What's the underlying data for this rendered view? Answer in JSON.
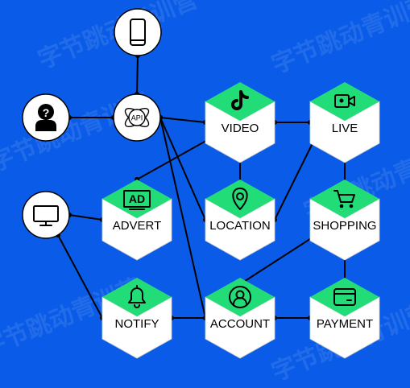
{
  "colors": {
    "background": "#0a5ce8",
    "hex_top": "#22dd77",
    "hex_body": "#ffffff",
    "hex_shade": "#e6e6e6",
    "line": "#000000"
  },
  "watermark": "字节跳动青训营",
  "api_label": "API",
  "nodes": [
    {
      "id": "video",
      "label": "VIDEO",
      "icon": "tiktok-icon"
    },
    {
      "id": "live",
      "label": "LIVE",
      "icon": "video-camera-icon"
    },
    {
      "id": "advert",
      "label": "ADVERT",
      "icon": "ad-icon",
      "icon_text": "AD"
    },
    {
      "id": "location",
      "label": "LOCATION",
      "icon": "map-pin-icon"
    },
    {
      "id": "shopping",
      "label": "SHOPPING",
      "icon": "shopping-cart-icon"
    },
    {
      "id": "notify",
      "label": "NOTIFY",
      "icon": "bell-icon"
    },
    {
      "id": "account",
      "label": "ACCOUNT",
      "icon": "user-icon"
    },
    {
      "id": "payment",
      "label": "PAYMENT",
      "icon": "payment-card-icon"
    }
  ],
  "circles": [
    {
      "id": "phone",
      "icon": "smartphone-icon"
    },
    {
      "id": "user",
      "icon": "anonymous-user-icon"
    },
    {
      "id": "api",
      "icon": "api-icon"
    },
    {
      "id": "desktop",
      "icon": "monitor-icon"
    }
  ],
  "connections": [
    [
      "phone",
      "api"
    ],
    [
      "user",
      "api"
    ],
    [
      "api",
      "video"
    ],
    [
      "api",
      "location"
    ],
    [
      "api",
      "account"
    ],
    [
      "video",
      "advert"
    ],
    [
      "video",
      "live"
    ],
    [
      "video",
      "location"
    ],
    [
      "live",
      "location"
    ],
    [
      "live",
      "shopping"
    ],
    [
      "desktop",
      "advert"
    ],
    [
      "desktop",
      "notify"
    ],
    [
      "notify",
      "account"
    ],
    [
      "account",
      "payment"
    ],
    [
      "account",
      "shopping"
    ],
    [
      "shopping",
      "payment"
    ]
  ]
}
